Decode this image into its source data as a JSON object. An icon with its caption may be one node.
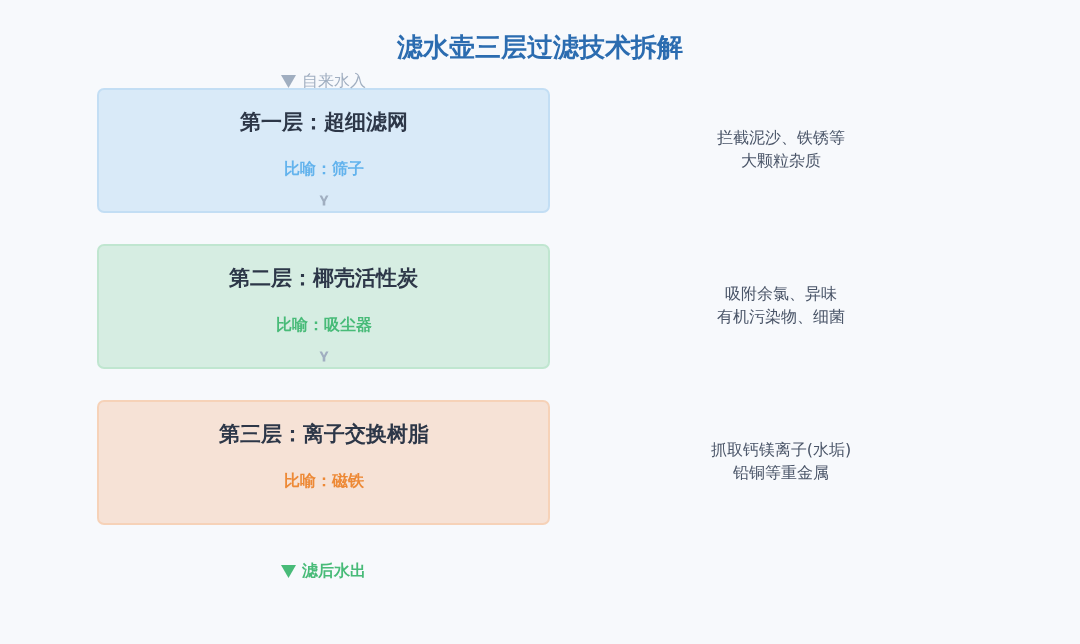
{
  "diagram": {
    "title": "滤水壶三层过滤技术拆解",
    "nodes": [
      {
        "text": [
          "第一层：超细滤网",
          "比喻：筛子"
        ]
      },
      {
        "text": [
          "第二层：椰壳活性炭",
          "比喻：吸尘器"
        ]
      },
      {
        "text": [
          "第三层：离子交换树脂",
          "比喻：磁铁"
        ]
      }
    ],
    "labels": [
      "自来水入",
      "拦截泥沙、铁锈等大颗粒杂质",
      "吸附余氯、异味有机污染物、细菌",
      "抓取钙镁离子(水垢)铅铜等重金属",
      "滤后水出"
    ]
  }
}
